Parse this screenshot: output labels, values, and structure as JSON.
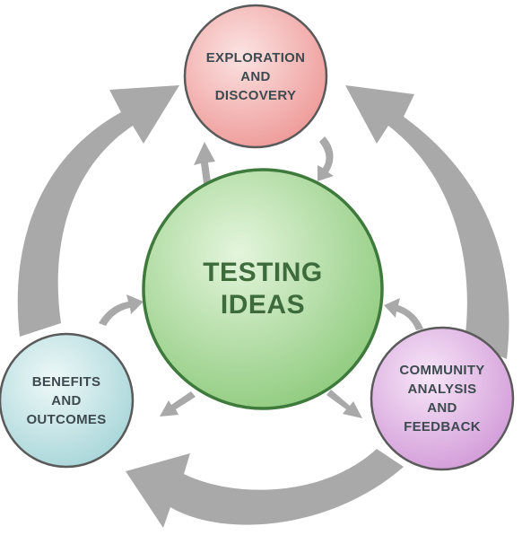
{
  "nodes": {
    "center": {
      "lines": [
        "TESTING",
        "IDEAS"
      ]
    },
    "top": {
      "lines": [
        "EXPLORATION",
        "AND",
        "DISCOVERY"
      ]
    },
    "left": {
      "lines": [
        "BENEFITS",
        "AND",
        "OUTCOMES"
      ]
    },
    "right": {
      "lines": [
        "COMMUNITY",
        "ANALYSIS",
        "AND",
        "FEEDBACK"
      ]
    }
  },
  "colors": {
    "arrow": "#a9a9a9",
    "center_fill": "#9fd48f",
    "center_stroke": "#3e7a3c",
    "top_fill": "#f2a8a6",
    "left_fill": "#b9dfe1",
    "right_fill": "#dcaee1",
    "outer_stroke": "#595959"
  }
}
